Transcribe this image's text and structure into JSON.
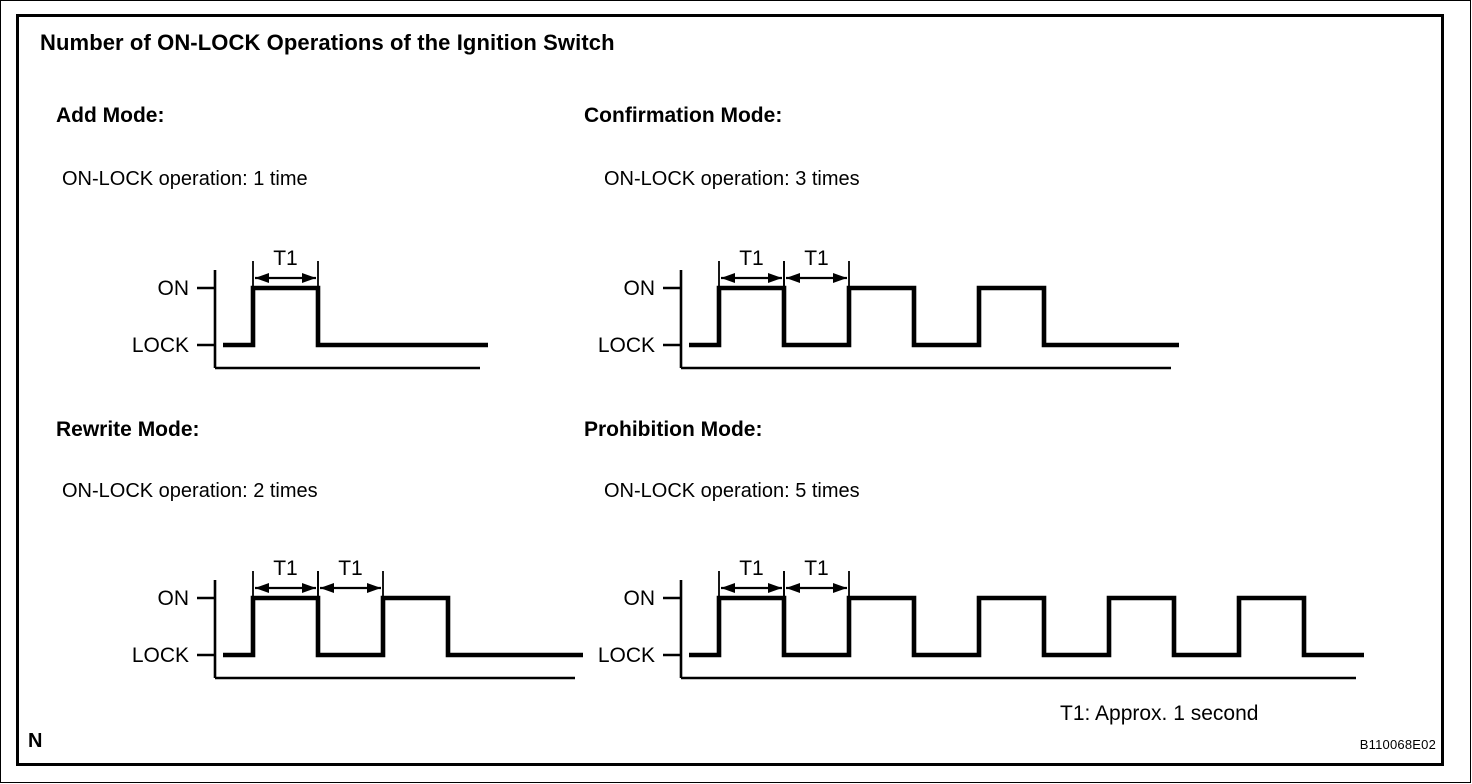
{
  "figure": {
    "title": "Number of ON-LOCK Operations of the Ignition Switch",
    "corner_mark": "N",
    "figure_code": "B110068E02",
    "footnote": "T1: Approx. 1 second",
    "frame_color": "#000000",
    "background_color": "#ffffff",
    "line_color": "#000000"
  },
  "axis": {
    "high_label": "ON",
    "low_label": "LOCK",
    "dimension_label": "T1"
  },
  "modes": [
    {
      "id": "add",
      "heading": "Add Mode:",
      "subtitle": "ON-LOCK operation: 1 time",
      "operations": 1,
      "dimensions": 1
    },
    {
      "id": "confirmation",
      "heading": "Confirmation Mode:",
      "subtitle": "ON-LOCK operation: 3 times",
      "operations": 3,
      "dimensions": 2
    },
    {
      "id": "rewrite",
      "heading": "Rewrite Mode:",
      "subtitle": "ON-LOCK operation: 2 times",
      "operations": 2,
      "dimensions": 2
    },
    {
      "id": "prohibition",
      "heading": "Prohibition Mode:",
      "subtitle": "ON-LOCK operation: 5 times",
      "operations": 5,
      "dimensions": 2
    }
  ],
  "chart_data": {
    "type": "line",
    "title": "Number of ON-LOCK Operations of the Ignition Switch",
    "xlabel": "",
    "ylabel": "",
    "annotations": [
      "T1: Approx. 1 second"
    ],
    "levels": {
      "LOCK": 0,
      "ON": 1
    },
    "pulse_width_seconds": 1,
    "gap_width_seconds": 1,
    "series": [
      {
        "name": "Add Mode",
        "operations": 1,
        "values": [
          0,
          0,
          1,
          1,
          0,
          0
        ],
        "t": [
          0,
          1,
          1,
          2,
          2,
          5
        ]
      },
      {
        "name": "Confirmation Mode",
        "operations": 3,
        "values": [
          0,
          0,
          1,
          1,
          0,
          0,
          1,
          1,
          0,
          0,
          1,
          1,
          0,
          0
        ],
        "t": [
          0,
          1,
          1,
          2,
          2,
          3,
          3,
          4,
          4,
          5,
          5,
          6,
          6,
          9
        ]
      },
      {
        "name": "Rewrite Mode",
        "operations": 2,
        "values": [
          0,
          0,
          1,
          1,
          0,
          0,
          1,
          1,
          0,
          0
        ],
        "t": [
          0,
          1,
          1,
          2,
          2,
          3,
          3,
          4,
          4,
          6
        ]
      },
      {
        "name": "Prohibition Mode",
        "operations": 5,
        "values": [
          0,
          0,
          1,
          1,
          0,
          0,
          1,
          1,
          0,
          0,
          1,
          1,
          0,
          0,
          1,
          1,
          0,
          0,
          1,
          1,
          0,
          0
        ],
        "t": [
          0,
          1,
          1,
          2,
          2,
          3,
          3,
          4,
          4,
          5,
          5,
          6,
          6,
          7,
          7,
          8,
          8,
          9,
          9,
          10,
          10,
          12
        ]
      }
    ]
  }
}
